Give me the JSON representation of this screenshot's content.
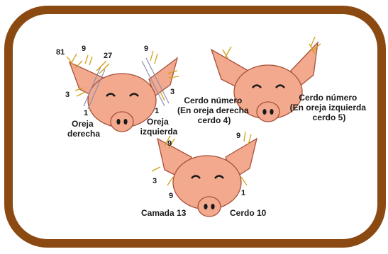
{
  "colors": {
    "frame_border": "#8b4a12",
    "pig_skin": "#f2a98e",
    "pig_outline": "#a8503a",
    "notch_lines": "#d4a017",
    "guide_lines": "#8c8fb0",
    "text": "#1a1a1a"
  },
  "pig_left": {
    "numbers": {
      "n81": "81",
      "n9a": "9",
      "n27": "27",
      "n3": "3",
      "n1": "1",
      "n9b": "9",
      "n3b": "3",
      "n1b": "1"
    },
    "right_ear_label": [
      "Oreja",
      "derecha"
    ],
    "left_ear_label": [
      "Oreja",
      "izquierda"
    ]
  },
  "pig_right": {
    "label_right_ear": [
      "Cerdo número",
      "(En oreja derecha",
      "cerdo 4)"
    ],
    "label_left_ear": [
      "Cerdo número",
      "(En oreja izquierda",
      "cerdo 5)"
    ]
  },
  "pig_bottom": {
    "numbers": {
      "n9a": "9",
      "n3": "3",
      "n9b": "9",
      "n9c": "9",
      "n1": "1"
    },
    "litter_label": "Camada 13",
    "pig_label": "Cerdo 10"
  }
}
